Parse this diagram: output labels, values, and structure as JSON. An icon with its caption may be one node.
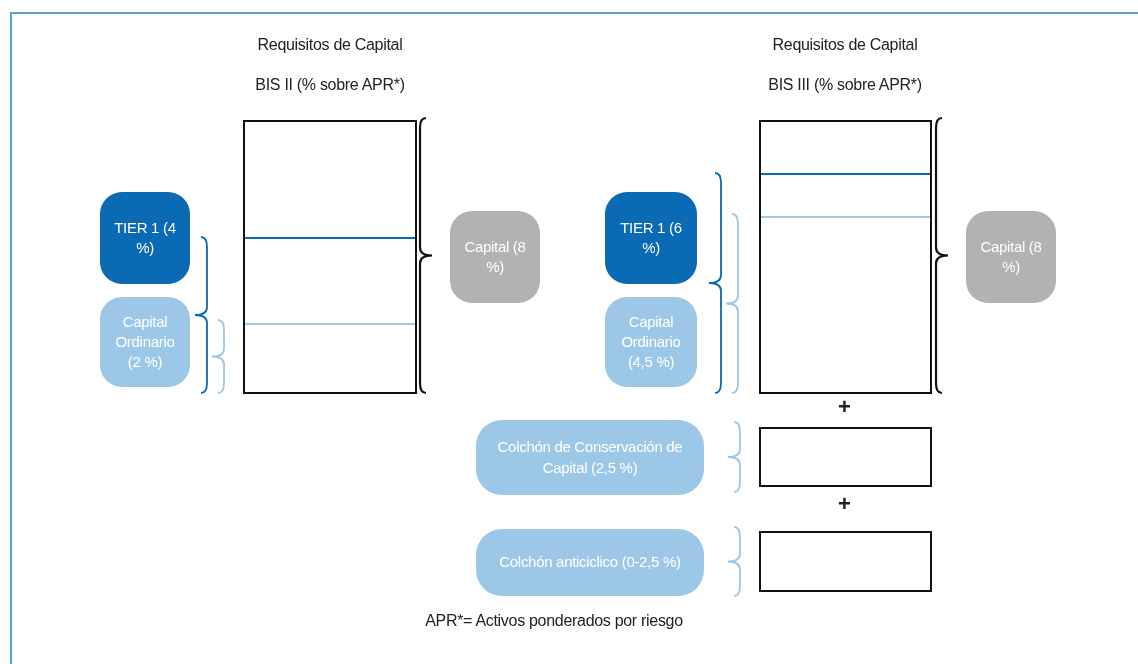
{
  "diagram": {
    "nodes": [
      {
        "text": [],
        "shape": "box"
      },
      {
        "text": [
          "TIER 1 (4 %)"
        ]
      },
      {
        "text": [
          "Capital Ordinario (2 %)"
        ]
      },
      {
        "text": [
          "Capital (8 %)"
        ]
      },
      {
        "text": [],
        "shape": "box"
      },
      {
        "text": [
          "TIER 1 (6 %)"
        ]
      },
      {
        "text": [
          "Capital Ordinario (4,5 %)"
        ]
      },
      {
        "text": [
          "Capital (8 %)"
        ]
      },
      {
        "text": [],
        "shape": "box"
      },
      {
        "text": [
          "Colchón de Conservación de Capital (2,5 %)"
        ]
      },
      {
        "text": [],
        "shape": "box"
      },
      {
        "text": [
          "Colchón anticiclico (0-2,5 %)"
        ]
      }
    ],
    "labels": [
      "Requisitos de Capital",
      "BIS II (% sobre APR*)",
      "Requisitos de Capital",
      "BIS III (% sobre APR*)",
      "+",
      "+",
      "APR*= Activos ponderados por riesgo"
    ]
  }
}
